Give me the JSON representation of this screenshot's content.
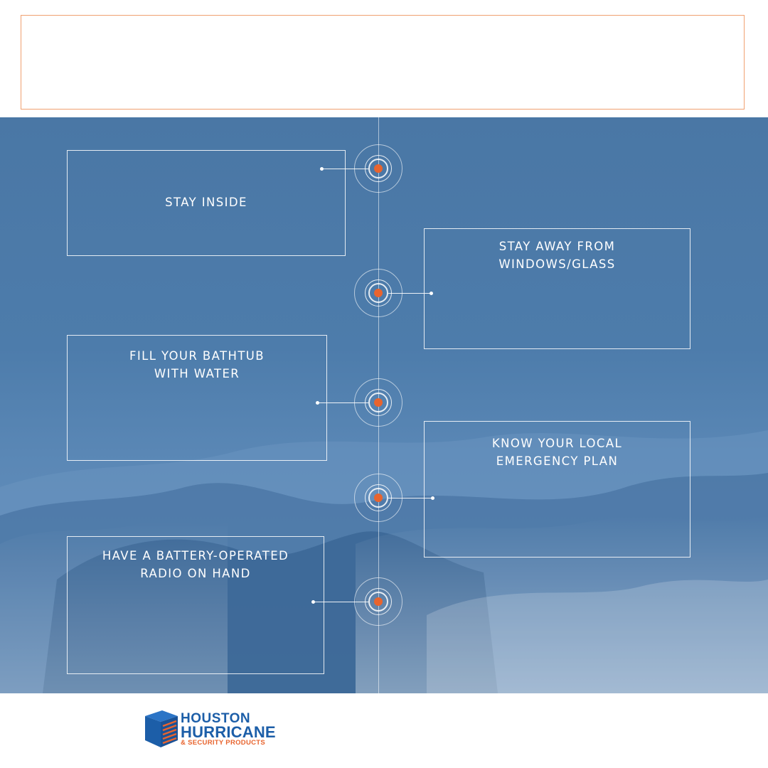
{
  "colors": {
    "accent": "#e8642e",
    "brand_blue": "#1c5ea8",
    "overlay_blue": "#4d7cab",
    "header_border": "#f0a070"
  },
  "timeline": {
    "items": [
      {
        "title": "STAY INSIDE"
      },
      {
        "title": "STAY AWAY FROM\nWINDOWS/GLASS"
      },
      {
        "title": "FILL YOUR BATHTUB\nWITH WATER"
      },
      {
        "title": "KNOW YOUR LOCAL\nEMERGENCY PLAN"
      },
      {
        "title": "HAVE A BATTERY-OPERATED\nRADIO ON HAND"
      }
    ]
  },
  "logo": {
    "line1": "HOUSTON",
    "line2": "HURRICANE",
    "line3": "& SECURITY PRODUCTS"
  }
}
